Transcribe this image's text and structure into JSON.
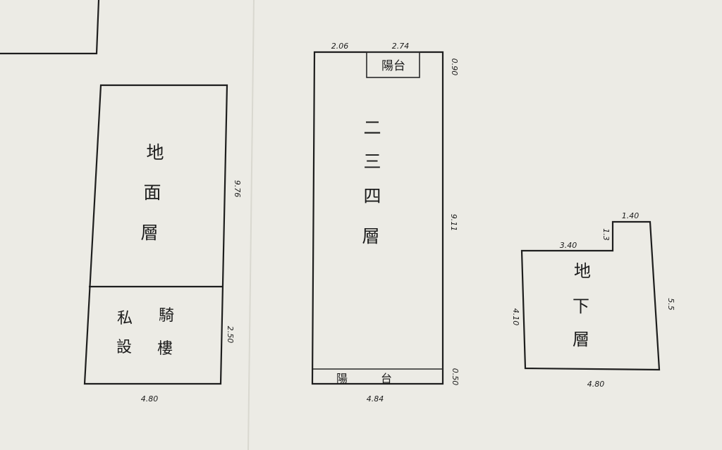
{
  "plans": {
    "ground": {
      "label_chars": [
        "地",
        "面",
        "層"
      ],
      "arcade_chars": [
        "騎",
        "樓"
      ],
      "private_chars": [
        "私",
        "設"
      ],
      "dim_side": "9.76",
      "dim_arcade": "2.50",
      "dim_bottom": "4.80"
    },
    "upper": {
      "label_chars": [
        "二",
        "三",
        "四",
        "層"
      ],
      "balcony_top": "陽台",
      "balcony_bottom_chars": [
        "陽",
        "台"
      ],
      "dim_top_left": "2.06",
      "dim_top_right": "2.74",
      "dim_balcony_depth": "0.90",
      "dim_side": "9.11",
      "dim_bottom_depth": "0.50",
      "dim_bottom": "4.84"
    },
    "basement": {
      "label_chars": [
        "地",
        "下",
        "層"
      ],
      "dim_top_left": "3.40",
      "dim_top_right": "1.40",
      "dim_step": "1.3",
      "dim_left": "4.10",
      "dim_right": "5.5",
      "dim_bottom": "4.80"
    }
  }
}
